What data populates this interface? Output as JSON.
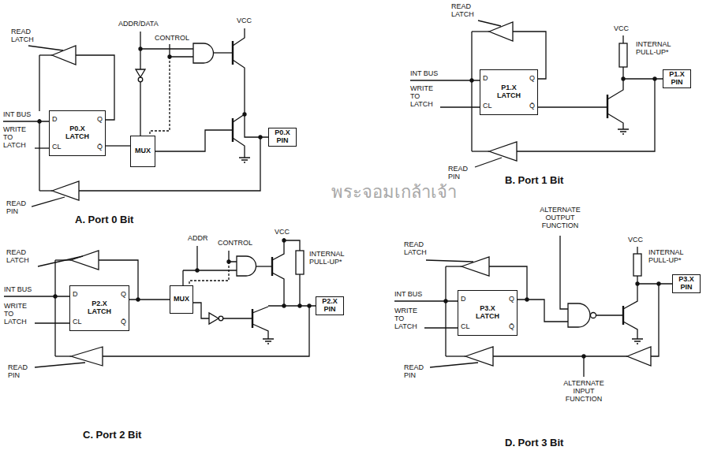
{
  "diagram": {
    "nodes": [
      {
        "text": [
          "D",
          "P0.X LATCH",
          "Q",
          "CL",
          "Q̄"
        ]
      },
      {
        "text": [
          "MUX"
        ]
      },
      {
        "text": [
          "P0.X PIN"
        ]
      },
      {
        "text": [
          "D",
          "P1.X LATCH",
          "Q",
          "CL",
          "Q̄"
        ]
      },
      {
        "text": [
          "P1.X PIN"
        ]
      },
      {
        "text": [
          "D",
          "P2.X LATCH",
          "Q",
          "CL",
          "Q̄"
        ]
      },
      {
        "text": [
          "MUX"
        ]
      },
      {
        "text": [
          "P2.X PIN"
        ]
      },
      {
        "text": [
          "D",
          "P3.X LATCH",
          "Q",
          "CL",
          "Q̄"
        ]
      },
      {
        "text": [
          "P3.X PIN"
        ]
      }
    ],
    "edges": [
      {
        "from": 0,
        "to": 1,
        "arrow": "none"
      },
      {
        "from": 5,
        "to": 6,
        "arrow": "none"
      }
    ],
    "labels": [
      "READ LATCH",
      "INT BUS",
      "WRITE TO LATCH",
      "READ PIN",
      "ADDR/DATA",
      "CONTROL",
      "VCC",
      "A. Port 0 Bit",
      "READ LATCH",
      "INT BUS",
      "WRITE TO LATCH",
      "READ PIN",
      "VCC",
      "INTERNAL PULL-UP*",
      "B. Port 1 Bit",
      "READ LATCH",
      "INT BUS",
      "WRITE TO LATCH",
      "READ PIN",
      "ADDR",
      "CONTROL",
      "VCC",
      "INTERNAL PULL-UP*",
      "C. Port 2 Bit",
      "ALTERNATE OUTPUT FUNCTION",
      "READ LATCH",
      "INT BUS",
      "WRITE TO LATCH",
      "READ PIN",
      "VCC",
      "INTERNAL PULL-UP*",
      "ALTERNATE INPUT FUNCTION",
      "D. Port 3 Bit",
      "พระจอมเกล้าเจ้า"
    ]
  }
}
